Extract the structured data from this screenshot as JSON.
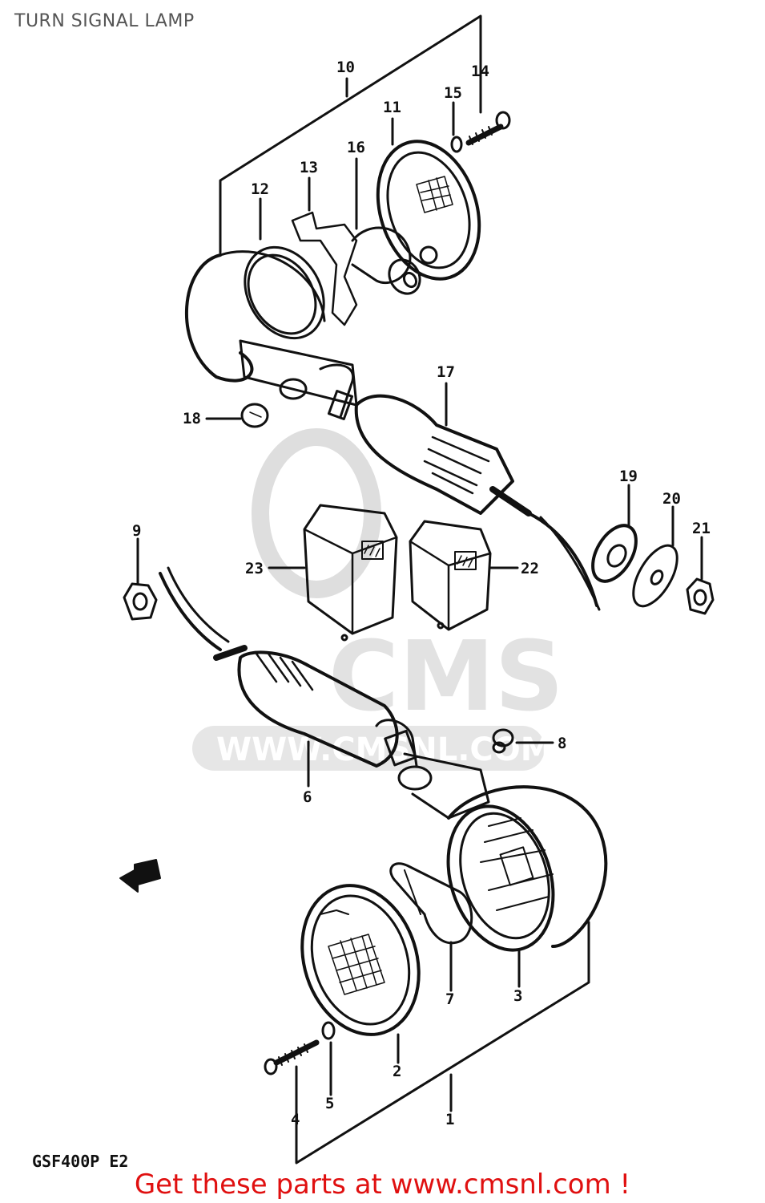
{
  "title": "TURN SIGNAL LAMP",
  "model_code": "GSF400P  E2",
  "promo": "Get these parts at www.cmsnl.com !",
  "watermark": {
    "brand": "CMS",
    "url": "WWW.CMSNL.COM"
  },
  "callouts": [
    "1",
    "2",
    "3",
    "4",
    "5",
    "6",
    "7",
    "8",
    "9",
    "10",
    "11",
    "12",
    "13",
    "14",
    "15",
    "16",
    "17",
    "18",
    "19",
    "20",
    "21",
    "22",
    "23"
  ],
  "colors": {
    "line": "#111111",
    "promo": "#e01010",
    "watermark": "#d8d8d8"
  }
}
